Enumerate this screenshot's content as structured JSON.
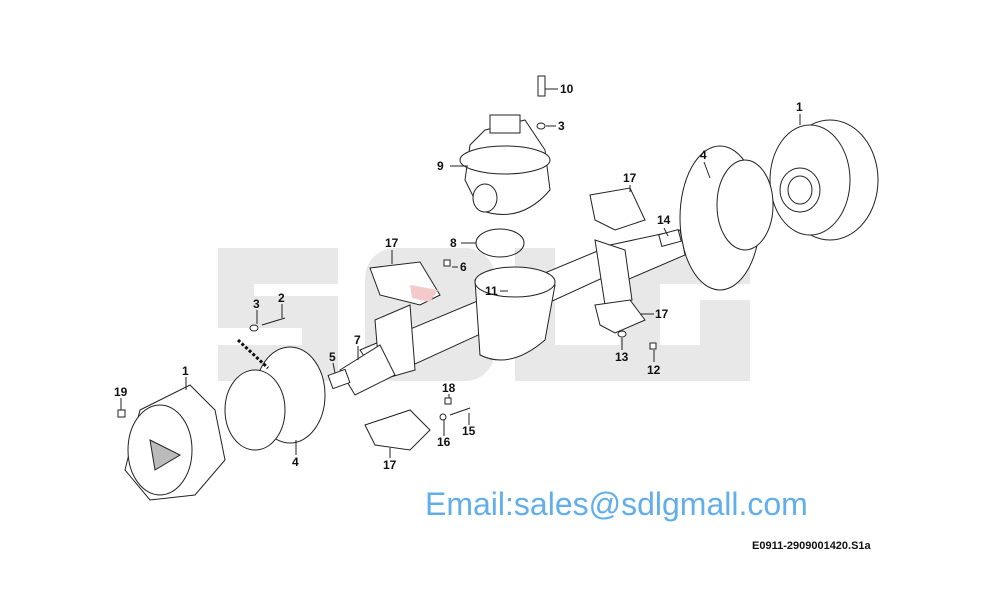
{
  "background_watermark": "SDLG",
  "email_watermark": "Email:sales@sdlgmall.com",
  "drawing_code": "E0911-2909001420.S1a",
  "callouts": [
    "10",
    "3",
    "1",
    "9",
    "4",
    "17",
    "14",
    "8",
    "17",
    "6",
    "11",
    "3",
    "2",
    "17",
    "7",
    "5",
    "13",
    "12",
    "1",
    "19",
    "18",
    "15",
    "16",
    "4",
    "17"
  ],
  "colors": {
    "watermark_gray": "#e6e6e6",
    "email_blue": "#4aa3e6"
  }
}
